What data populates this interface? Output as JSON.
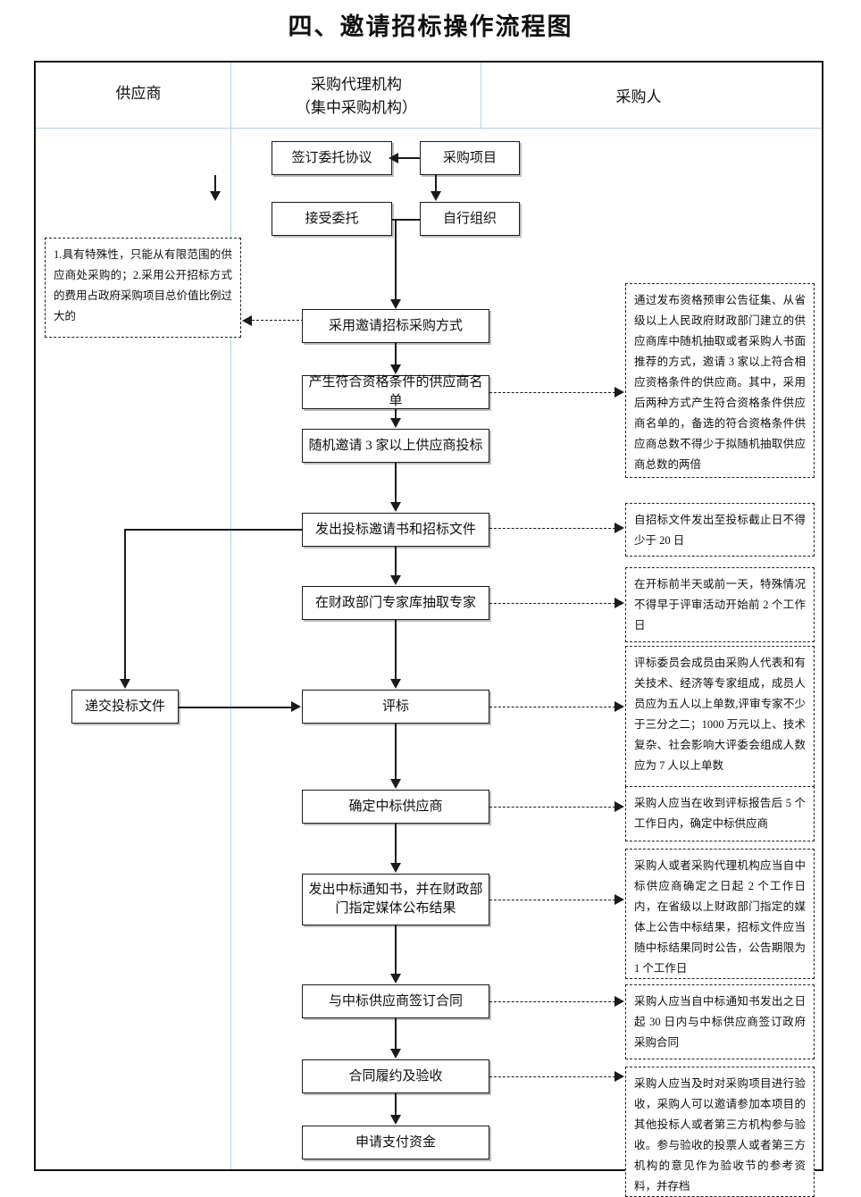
{
  "title": "四、邀请招标操作流程图",
  "columns": [
    {
      "id": "supplier",
      "label": "供应商"
    },
    {
      "id": "agency",
      "label_line1": "采购代理机构",
      "label_line2": "（集中采购机构）"
    },
    {
      "id": "purchaser",
      "label": "采购人"
    }
  ],
  "nodes": {
    "sign_entrust": "签订委托协议",
    "procurement_project": "采购项目",
    "accept_entrust": "接受委托",
    "self_organize": "自行组织",
    "use_invited_bidding": "采用邀请招标采购方式",
    "generate_supplier_list": "产生符合资格条件的供应商名单",
    "invite_three_suppliers": "随机邀请 3 家以上供应商投标",
    "issue_invitation_docs": "发出投标邀请书和招标文件",
    "draw_experts": "在财政部门专家库抽取专家",
    "submit_bid_docs": "递交投标文件",
    "bid_evaluation": "评标",
    "determine_winner": "确定中标供应商",
    "issue_award_notice": "发出中标通知书，并在财政部门指定媒体公布结果",
    "sign_contract": "与中标供应商签订合同",
    "contract_performance": "合同履约及验收",
    "apply_payment": "申请支付资金"
  },
  "notes": {
    "conditions": "1.具有特殊性，只能从有限范围的供应商处采购的；2.采用公开招标方式的费用占政府采购项目总价值比例过大的",
    "supplier_list": "通过发布资格预审公告征集、从省级以上人民政府财政部门建立的供应商库中随机抽取或者采购人书面推荐的方式，邀请 3 家以上符合相应资格条件的供应商。其中，采用后两种方式产生符合资格条件供应商名单的，备选的符合资格条件供应商总数不得少于拟随机抽取供应商总数的两倍",
    "bid_deadline": "自招标文件发出至投标截止日不得少于 20 日",
    "expert_draw_time": "在开标前半天或前一天，特殊情况不得早于评审活动开始前 2 个工作日",
    "evaluation_committee": "评标委员会成员由采购人代表和有关技术、经济等专家组成，成员人员应为五人以上单数,评审专家不少于三分之二；1000 万元以上、技术复杂、社会影响大评委会组成人数应为 7 人以上单数",
    "determine_winner_time": "采购人应当在收到评标报告后 5 个工作日内，确定中标供应商",
    "announce_result": "采购人或者采购代理机构应当自中标供应商确定之日起 2 个工作日内，在省级以上财政部门指定的媒体上公告中标结果，招标文件应当随中标结果同时公告，公告期限为 1 个工作日",
    "contract_time": "采购人应当自中标通知书发出之日起 30 日内与中标供应商签订政府采购合同",
    "acceptance": "采购人应当及时对采购项目进行验收，采购人可以邀请参加本项目的其他投标人或者第三方机构参与验收。参与验收的投票人或者第三方机构的意见作为验收节的参考资料，并存档"
  },
  "colors": {
    "line": "#1b1b1b",
    "column_divider": "#b9d2e2",
    "frame": "#111111",
    "background": "#ffffff"
  }
}
